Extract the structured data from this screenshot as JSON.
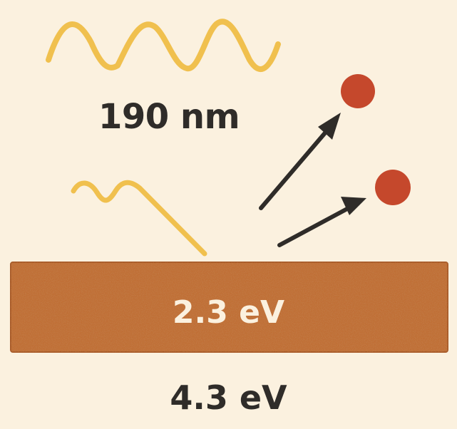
{
  "photon": {
    "wavelength_text": "190 nm",
    "wave_color": "#f0c04e"
  },
  "metal_plate": {
    "energy_text": "2.3 eV",
    "fill_color": "#c06e34",
    "edge_color": "#a85a27"
  },
  "electrons": {
    "count": 2,
    "color": "#c5482c",
    "arrow_color": "#2f2c29"
  },
  "bottom_energy_text": "4.3 eV",
  "background_color": "#fbf1df"
}
